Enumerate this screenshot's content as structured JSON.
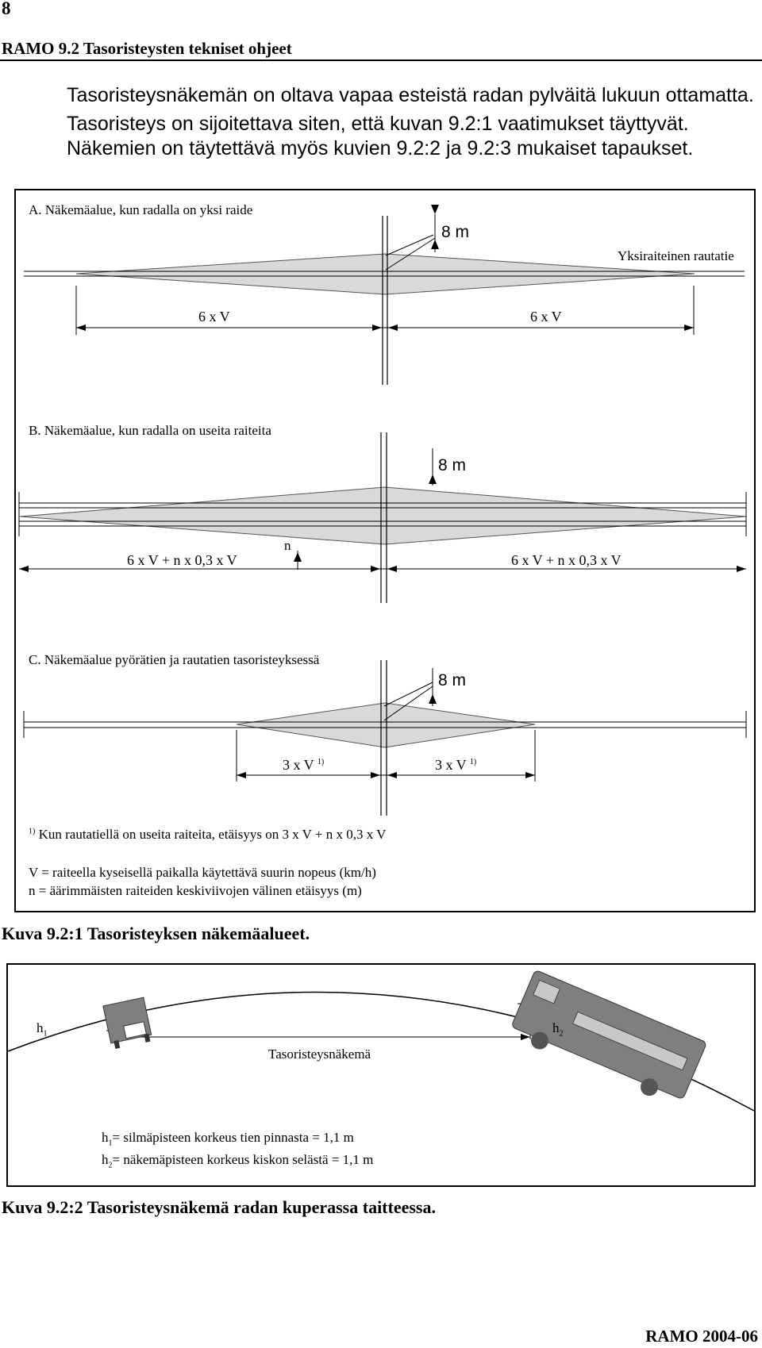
{
  "header": {
    "page_number": "8",
    "title": "RAMO 9.2 Tasoristeysten tekniset ohjeet"
  },
  "intro": {
    "line1": "Tasoristeysnäkemän on oltava vapaa esteistä radan pylväitä lukuun ottamatta.",
    "line2": "Tasoristeys on sijoitettava siten, että kuvan 9.2:1 vaatimukset täyttyvät.",
    "line3": "Näkemien on täytettävä myös kuvien 9.2:2 ja 9.2:3 mukaiset tapaukset."
  },
  "figure1": {
    "panel_a": {
      "title": "A. Näkemäalue, kun radalla on yksi raide",
      "distance_label": "8 m",
      "track_label": "Yksiraiteinen rautatie",
      "left_dim": "6 x V",
      "right_dim": "6 x V"
    },
    "panel_b": {
      "title": "B. Näkemäalue, kun radalla on useita raiteita",
      "distance_label": "8 m",
      "n_label": "n",
      "left_dim": "6 x V + n x 0,3 x V",
      "right_dim": "6 x V + n x 0,3 x V"
    },
    "panel_c": {
      "title": "C. Näkemäalue pyörätien ja rautatien tasoristeyksessä",
      "distance_label": "8 m",
      "left_dim": "3 x V",
      "right_dim": "3 x V",
      "dim_footnote_mark": "1)"
    },
    "footnote_mark": "1)",
    "footnote": "Kun rautatiellä on useita raiteita, etäisyys on 3 x V + n x 0,3 x V",
    "legend_v": "V = raiteella kyseisellä paikalla käytettävä suurin nopeus (km/h)",
    "legend_n": "n = äärimmäisten raiteiden keskiviivojen välinen etäisyys (m)",
    "caption": "Kuva 9.2:1 Tasoristeyksen näkemäalueet."
  },
  "figure2": {
    "h1_label": "h",
    "h1_sub": "1",
    "h2_label": "h",
    "h2_sub": "2",
    "sight_label": "Tasoristeysnäkemä",
    "legend_h1_prefix": "h",
    "legend_h1_sub": "1",
    "legend_h1_text": "= silmäpisteen korkeus tien pinnasta = 1,1 m",
    "legend_h2_prefix": "h",
    "legend_h2_sub": "2",
    "legend_h2_text": "= näkemäpisteen korkeus kiskon selästä = 1,1 m",
    "caption": "Kuva 9.2:2 Tasoristeysnäkemä radan kuperassa taitteessa."
  },
  "footer": {
    "text": "RAMO 2004-06"
  },
  "colors": {
    "sight_area": "#d9d9d9",
    "vehicle": "#7f7f7f",
    "vehicle_window": "#c8c8c8",
    "line": "#000000"
  }
}
